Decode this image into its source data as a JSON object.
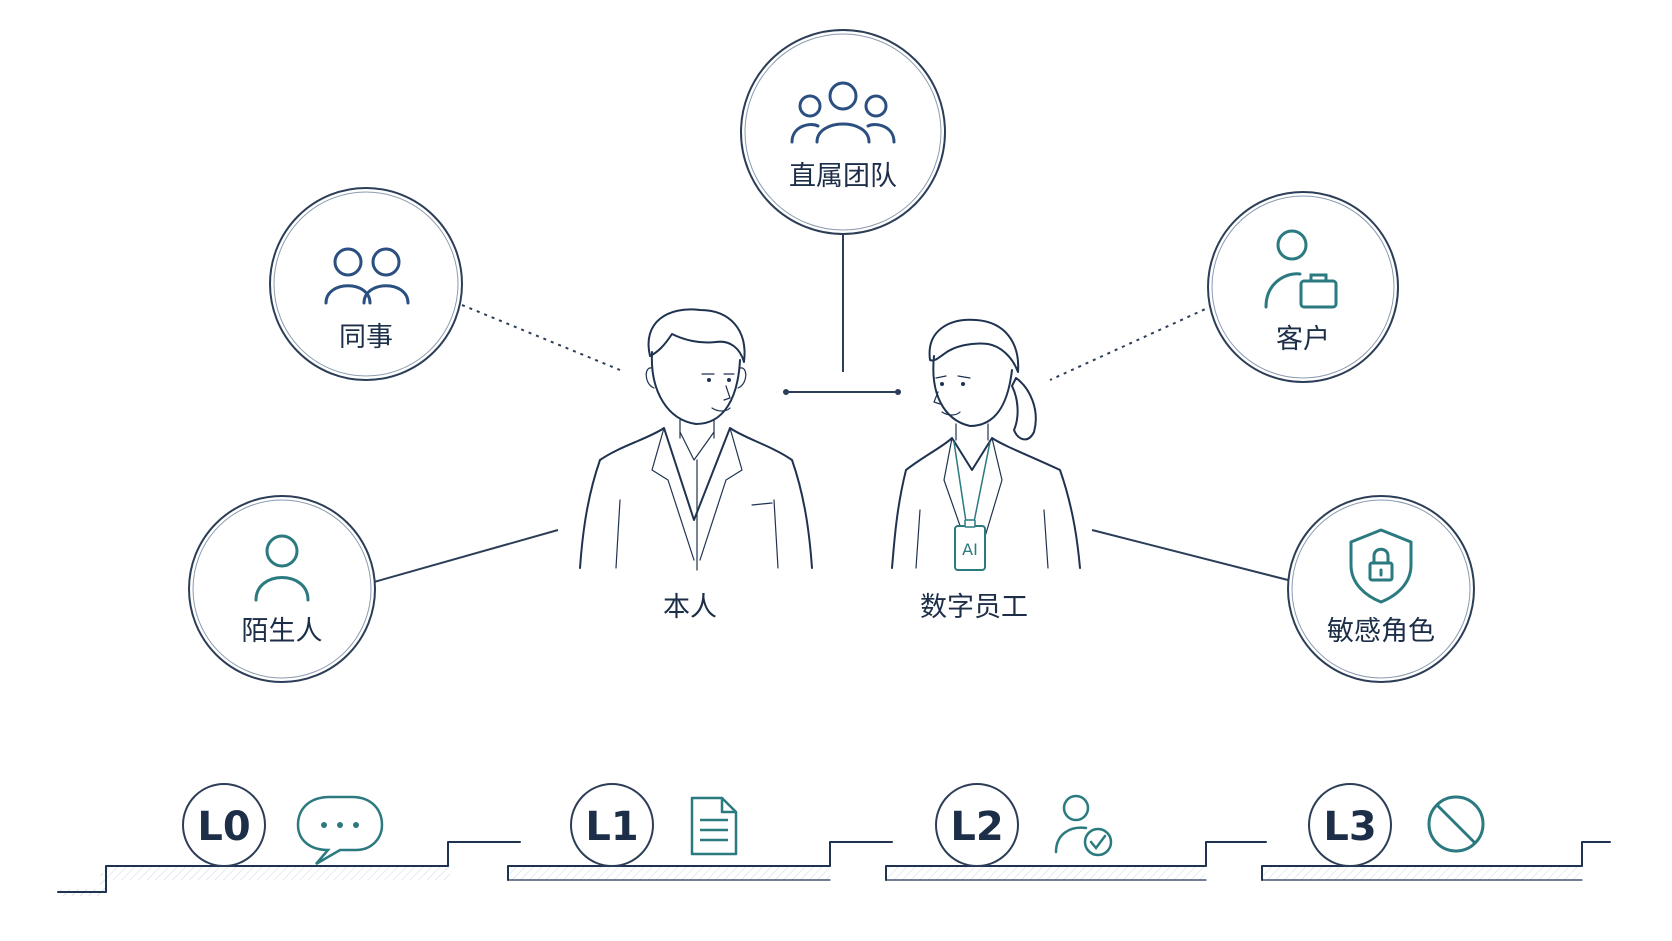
{
  "nodes": {
    "direct_team": {
      "label": "直属团队",
      "icon": "team-group-icon"
    },
    "colleague": {
      "label": "同事",
      "icon": "two-people-icon"
    },
    "customer": {
      "label": "客户",
      "icon": "person-briefcase-icon"
    },
    "stranger": {
      "label": "陌生人",
      "icon": "single-person-icon"
    },
    "sensitive_role": {
      "label": "敏感角色",
      "icon": "shield-lock-icon"
    }
  },
  "people": {
    "self": {
      "label": "本人"
    },
    "digital_employee": {
      "label": "数字员工",
      "badge": "AI"
    }
  },
  "levels": [
    {
      "label": "L0",
      "icon": "chat-bubble-icon"
    },
    {
      "label": "L1",
      "icon": "document-icon"
    },
    {
      "label": "L2",
      "icon": "user-check-icon"
    },
    {
      "label": "L3",
      "icon": "prohibited-icon"
    }
  ],
  "colors": {
    "ink": "#1f3350",
    "navy_icon": "#2a4f80",
    "teal_icon": "#2a7a80",
    "ring": "#2c3e57"
  }
}
